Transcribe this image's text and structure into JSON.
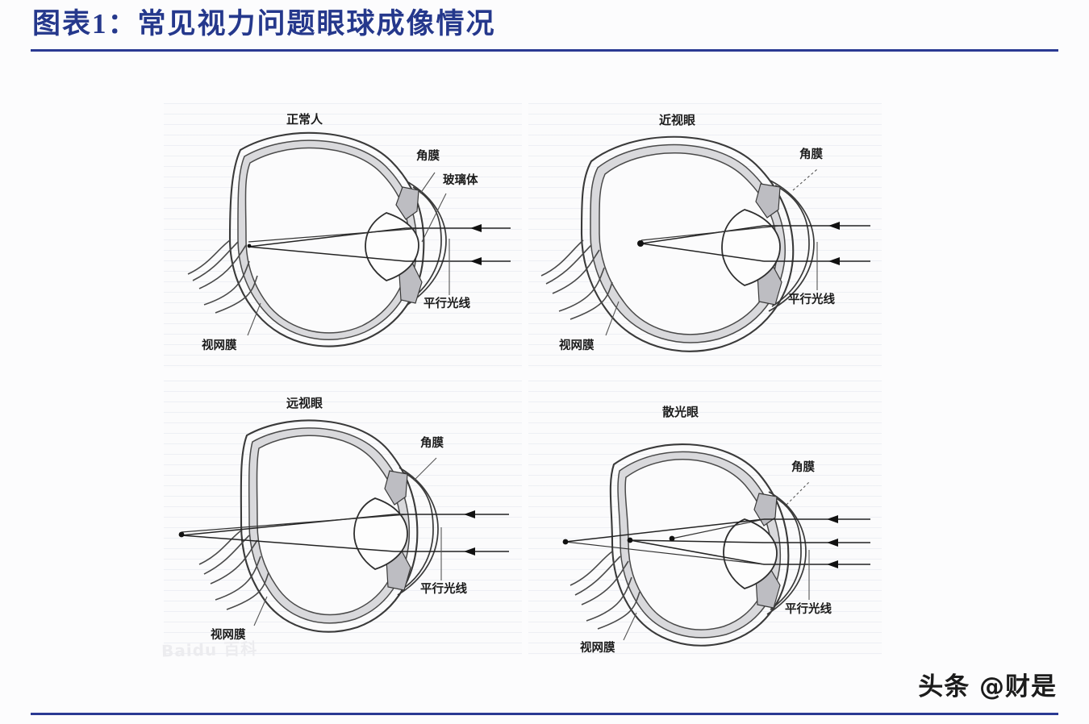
{
  "header": {
    "title": "图表1：常见视力问题眼球成像情况",
    "accent_color": "#2a3a93",
    "title_color": "#25388c"
  },
  "figure": {
    "panels": [
      {
        "id": "normal",
        "title": "正常人",
        "labels": {
          "cornea": "角膜",
          "vitreous": "玻璃体",
          "parallel_rays": "平行光线",
          "retina": "视网膜"
        },
        "focus": "on-retina",
        "ray_count": 2
      },
      {
        "id": "myopia",
        "title": "近视眼",
        "labels": {
          "cornea": "角膜",
          "parallel_rays": "平行光线",
          "retina": "视网膜"
        },
        "focus": "before-retina",
        "ray_count": 2
      },
      {
        "id": "hyperopia",
        "title": "远视眼",
        "labels": {
          "cornea": "角膜",
          "parallel_rays": "平行光线",
          "retina": "视网膜"
        },
        "focus": "behind-retina",
        "ray_count": 2
      },
      {
        "id": "astigmatism",
        "title": "散光眼",
        "labels": {
          "cornea": "角膜",
          "parallel_rays": "平行光线",
          "retina": "视网膜"
        },
        "focus": "multiple-points",
        "ray_count": 3
      }
    ]
  },
  "watermarks": {
    "baidu": "Baidu 百科",
    "toutiao": "头条 @财是"
  }
}
